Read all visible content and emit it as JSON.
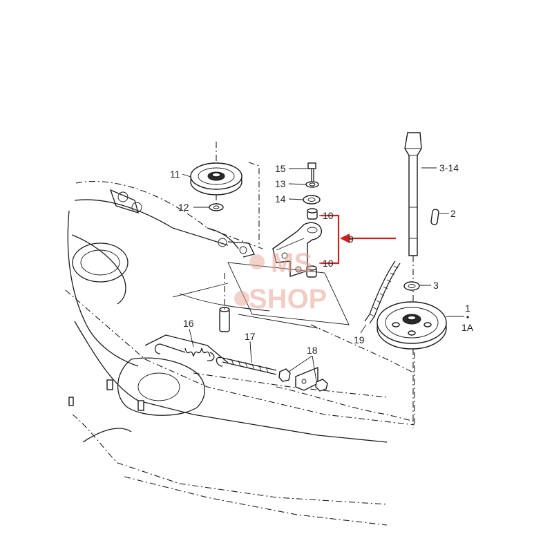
{
  "diagram": {
    "labels": {
      "l1": "1",
      "l1a": "1A",
      "l2": "2",
      "l3": "3",
      "l3_14": "3-14",
      "l9": "9",
      "l10a": "10",
      "l10b": "10",
      "l11": "11",
      "l12": "12",
      "l13": "13",
      "l14": "14",
      "l15": "15",
      "l16": "16",
      "l17": "17",
      "l18": "18",
      "l19": "19"
    },
    "watermark": {
      "top": "MS",
      "bottom": "SHOP"
    },
    "colors": {
      "highlight": "#cc1f1f",
      "ink": "#1a1a1a",
      "watermark": "#e8a596"
    }
  }
}
